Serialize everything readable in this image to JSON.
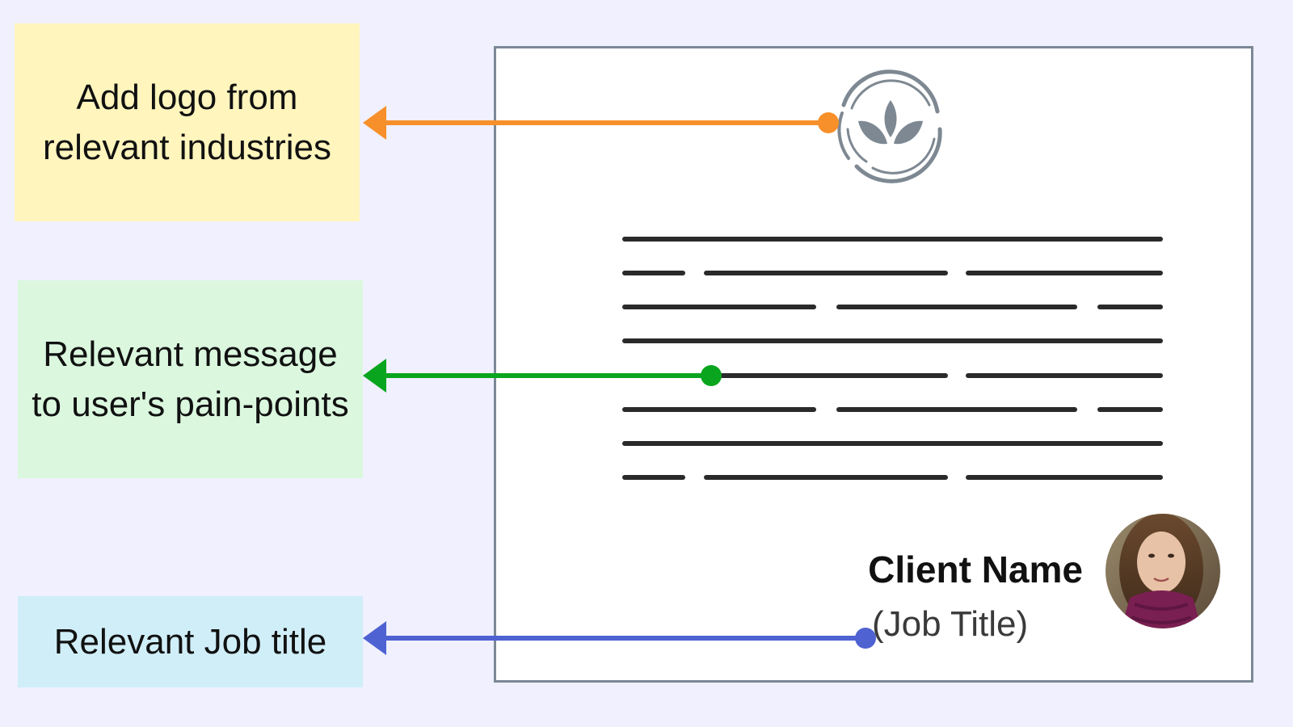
{
  "callouts": {
    "logo": "Add logo from relevant industries",
    "message": "Relevant message to user's pain-points",
    "job_title": "Relevant Job title"
  },
  "card": {
    "client_name": "Client Name",
    "job_title": "(Job Title)"
  },
  "icons": {
    "logo": "leaf-logo-icon",
    "avatar": "client-avatar-photo"
  },
  "colors": {
    "background": "#f0f0fe",
    "logo_callout": "#fff5bd",
    "message_callout": "#dbf8df",
    "job_title_callout": "#d0eef8",
    "orange_arrow": "#f7902a",
    "green_arrow": "#0aa51e",
    "blue_arrow": "#4f62d2",
    "card_border": "#7c8896",
    "text_lines": "#2a2a2a"
  }
}
